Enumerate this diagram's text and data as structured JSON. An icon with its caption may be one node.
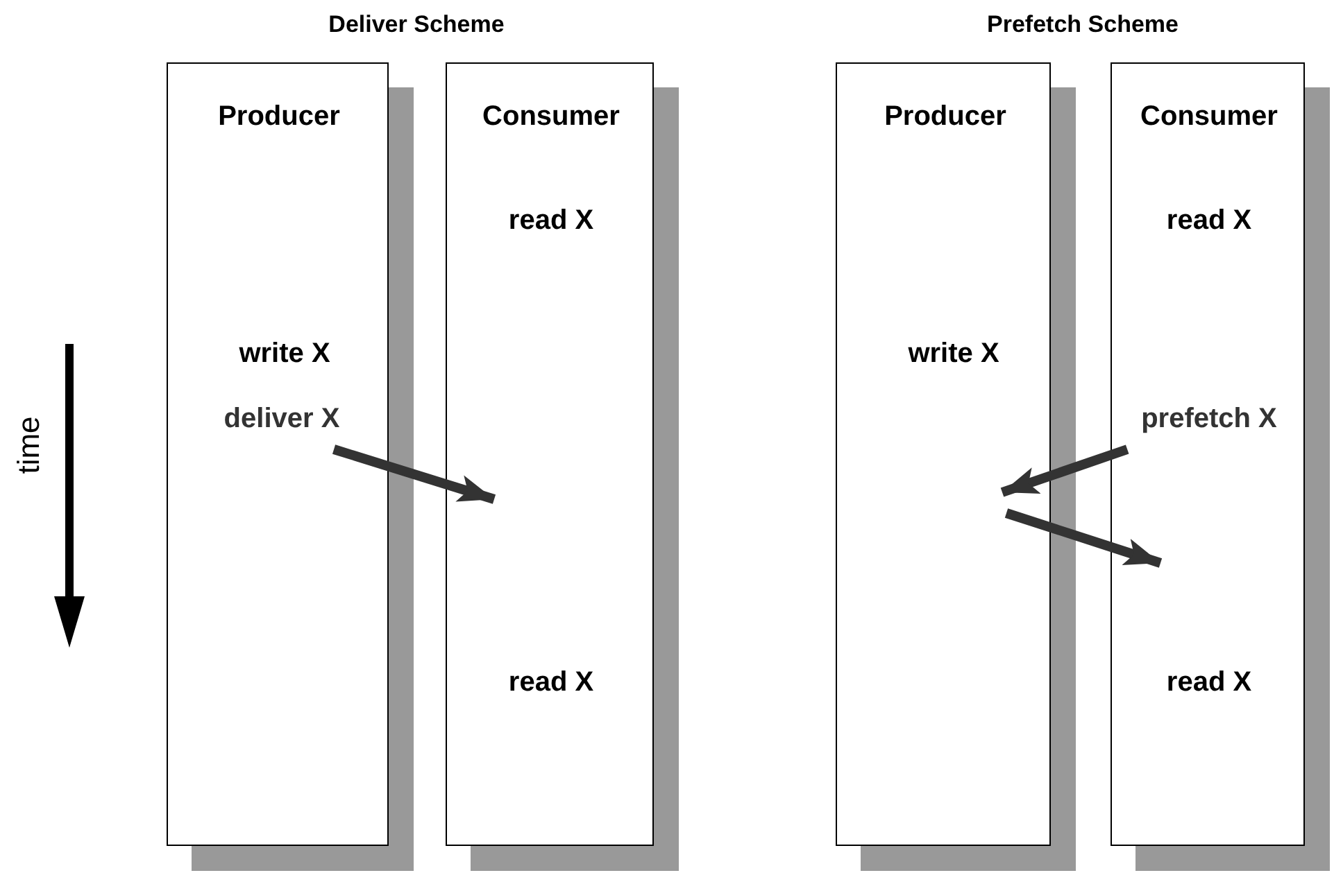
{
  "diagram": {
    "nodes": [
      {
        "text": [
          "Producer"
        ]
      },
      {
        "text": [
          "write X"
        ],
        "in": 0
      },
      {
        "text": [
          "deliver X"
        ],
        "in": 0
      },
      {
        "text": [
          "Consumer"
        ]
      },
      {
        "text": [
          "read X"
        ],
        "in": 3
      },
      {
        "text": [
          "read X"
        ],
        "in": 3
      },
      {
        "text": [
          "Producer"
        ]
      },
      {
        "text": [
          "write X"
        ],
        "in": 6
      },
      {
        "text": [
          "Consumer"
        ]
      },
      {
        "text": [
          "read X"
        ],
        "in": 8
      },
      {
        "text": [
          "prefetch X"
        ],
        "in": 8
      },
      {
        "text": [
          "read X"
        ],
        "in": 8
      }
    ],
    "edges": [
      {
        "from": 2,
        "to": 3,
        "arrow": "to"
      },
      {
        "from": 10,
        "to": 6,
        "arrow": "to"
      },
      {
        "from": 6,
        "to": 8,
        "arrow": "to"
      }
    ],
    "labels": [
      "Deliver Scheme",
      "Prefetch Scheme",
      "time"
    ]
  }
}
